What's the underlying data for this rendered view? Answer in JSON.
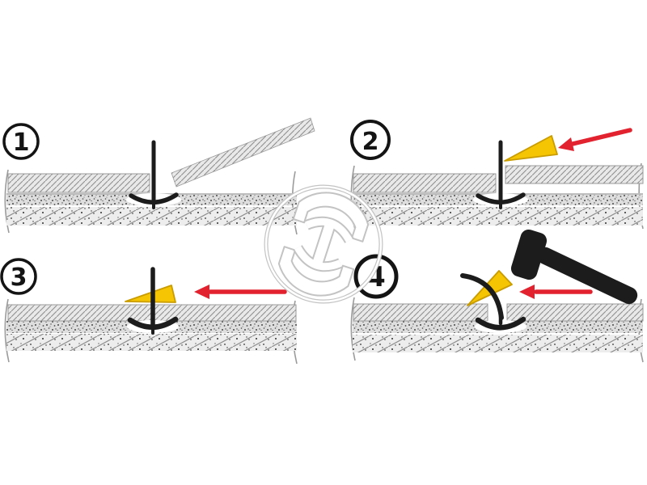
{
  "steps": [
    {
      "number": "1"
    },
    {
      "number": "2"
    },
    {
      "number": "3"
    },
    {
      "number": "4"
    }
  ],
  "colors": {
    "arrow": "#e2232f",
    "wedge_fill": "#f5c402",
    "wedge_stroke": "#c99c00",
    "tool": "#1c1c1c",
    "badge": "#141414",
    "watermark_line": "#c3c3c3",
    "watermark_fill": "#ffffff"
  }
}
